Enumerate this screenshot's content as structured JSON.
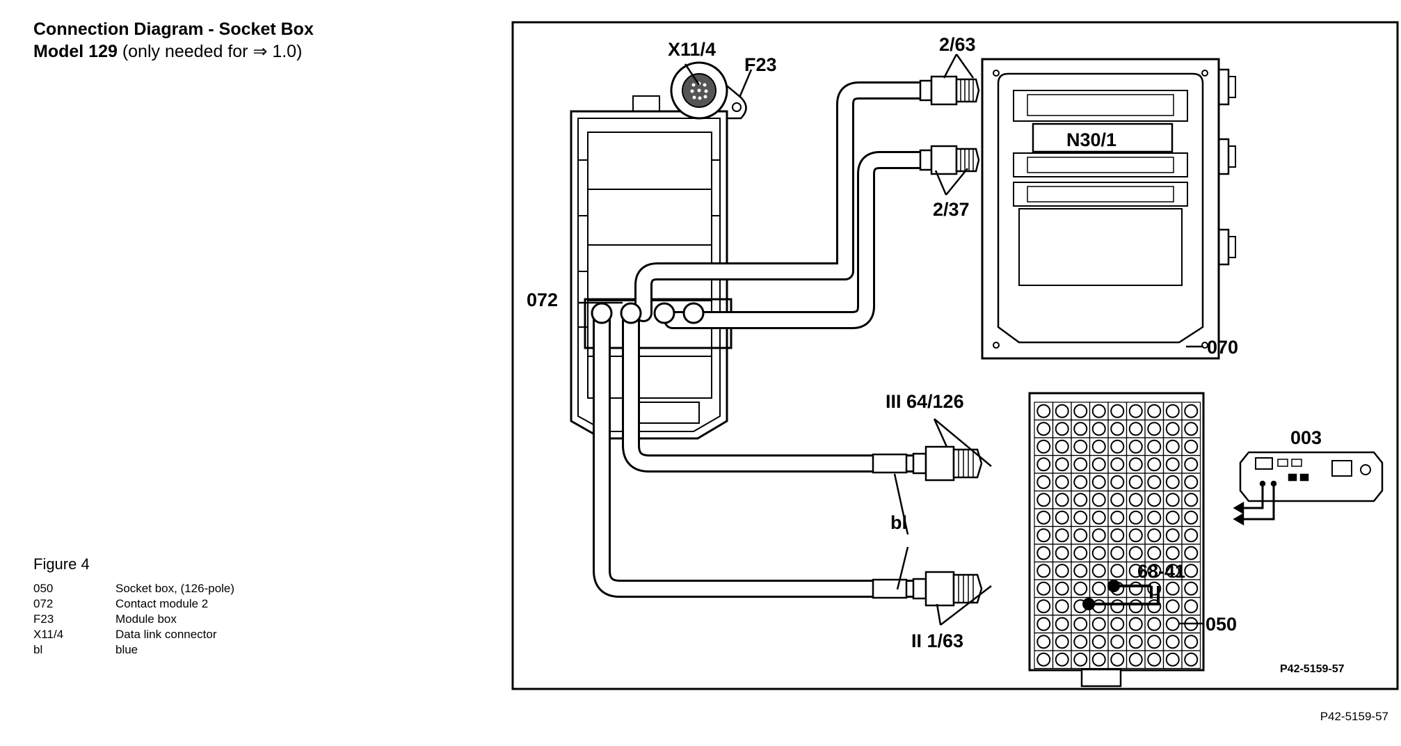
{
  "heading": {
    "line1": "Connection Diagram - Socket Box",
    "line2_bold": "Model 129",
    "line2_rest": " (only needed for ⇒ 1.0)"
  },
  "legend": {
    "title": "Figure 4",
    "items": [
      {
        "code": "050",
        "desc": "Socket box, (126-pole)"
      },
      {
        "code": "072",
        "desc": "Contact module 2"
      },
      {
        "code": "F23",
        "desc": "Module box"
      },
      {
        "code": "X11/4",
        "desc": "Data link connector"
      },
      {
        "code": "bl",
        "desc": "blue"
      }
    ]
  },
  "figure_code": "P42-5159-57",
  "diagram": {
    "labels": {
      "x11_4": "X11/4",
      "f23": "F23",
      "c2_63": "2/63",
      "c2_37": "2/37",
      "n30_1": "N30/1",
      "c072": "072",
      "c070": "070",
      "c003": "003",
      "iii_64_126": "III 64/126",
      "ii_1_63": "II 1/63",
      "bl": "bl",
      "jump": "68-41",
      "c050": "050",
      "inner_code": "P42-5159-57"
    }
  },
  "colors": {
    "line": "#000000",
    "background": "#ffffff"
  }
}
